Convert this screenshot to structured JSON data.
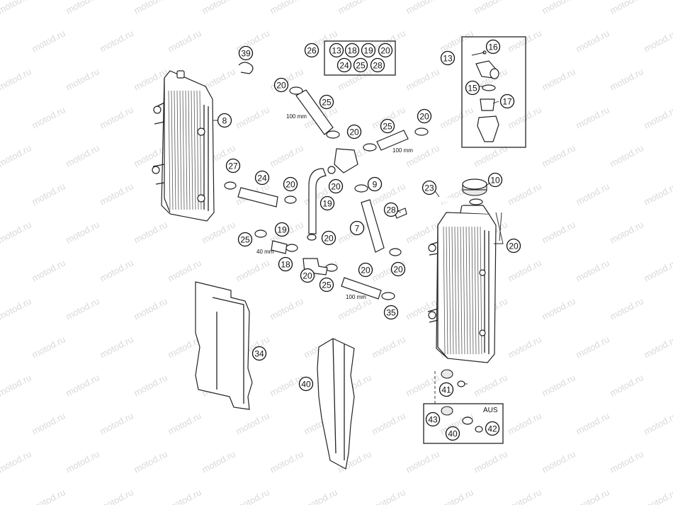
{
  "watermark": "motod.ru",
  "group_box": {
    "key": "26",
    "items": [
      "13",
      "18",
      "19",
      "20",
      "24",
      "25",
      "28"
    ]
  },
  "thermostat_box": {
    "key": "13",
    "items": [
      "16",
      "15",
      "17"
    ]
  },
  "aus_box": {
    "label": "AUS",
    "items": [
      "43",
      "40",
      "42"
    ]
  },
  "dimensions": [
    "100 mm",
    "100 mm",
    "40 mm",
    "100 mm"
  ],
  "callouts": [
    "39",
    "8",
    "20",
    "25",
    "20",
    "25",
    "20",
    "27",
    "20",
    "24",
    "19",
    "20",
    "9",
    "10",
    "23",
    "28",
    "7",
    "20",
    "25",
    "19",
    "20",
    "18",
    "20",
    "25",
    "20",
    "20",
    "35",
    "34",
    "40",
    "41"
  ]
}
